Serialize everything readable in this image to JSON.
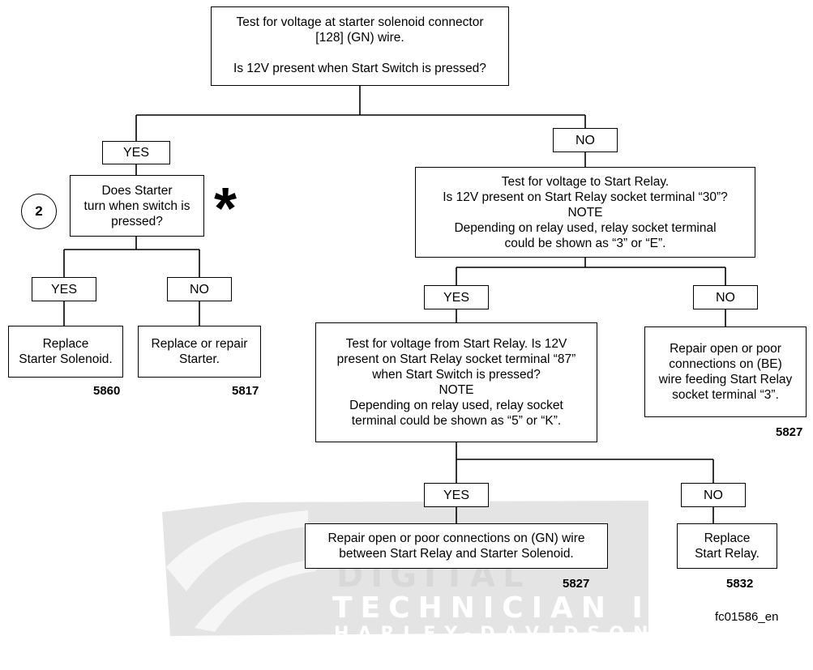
{
  "watermark": {
    "line1": "DIGITAL",
    "line2": "TECHNICIAN II",
    "line3": "HARLEY-DAVIDSON"
  },
  "nodes": {
    "start": {
      "line1": "Test for voltage at starter solenoid connector",
      "line2": "[128] (GN) wire.",
      "line3": "Is 12V present when Start Switch is pressed?"
    },
    "yes1": "YES",
    "no1": "NO",
    "starter_turn": {
      "line1": "Does Starter",
      "line2": "turn when switch is",
      "line3": "pressed?"
    },
    "step_marker": "2",
    "note_symbol": "*",
    "yes2": "YES",
    "no2": "NO",
    "replace_solenoid": {
      "line1": "Replace",
      "line2": "Starter Solenoid."
    },
    "repair_starter": {
      "line1": "Replace or repair",
      "line2": "Starter."
    },
    "test_relay": {
      "line1": "Test for voltage to Start Relay.",
      "line2": "Is 12V present on Start Relay socket terminal “30”?",
      "line3": "NOTE",
      "line4": "Depending on relay used, relay socket terminal",
      "line5": "could be shown as “3” or “E”."
    },
    "yes3": "YES",
    "no3": "NO",
    "test_from_relay": {
      "line1": "Test for voltage from Start Relay. Is 12V",
      "line2": "present on Start Relay socket terminal “87”",
      "line3": "when Start Switch is pressed?",
      "line4": "NOTE",
      "line5": "Depending on relay used, relay socket",
      "line6": "terminal could be shown as “5” or “K”."
    },
    "repair_be": {
      "line1": "Repair open or poor",
      "line2": "connections on (BE)",
      "line3": "wire feeding Start Relay",
      "line4": "socket terminal “3”."
    },
    "yes4": "YES",
    "no4": "NO",
    "repair_gn": {
      "line1": "Repair open or poor connections on (GN) wire",
      "line2": "between Start Relay and Starter Solenoid."
    },
    "replace_relay": {
      "line1": "Replace",
      "line2": "Start Relay."
    }
  },
  "codes": {
    "c5860": "5860",
    "c5817": "5817",
    "c5827a": "5827",
    "c5827b": "5827",
    "c5832": "5832"
  },
  "figure_id": "fc01586_en"
}
